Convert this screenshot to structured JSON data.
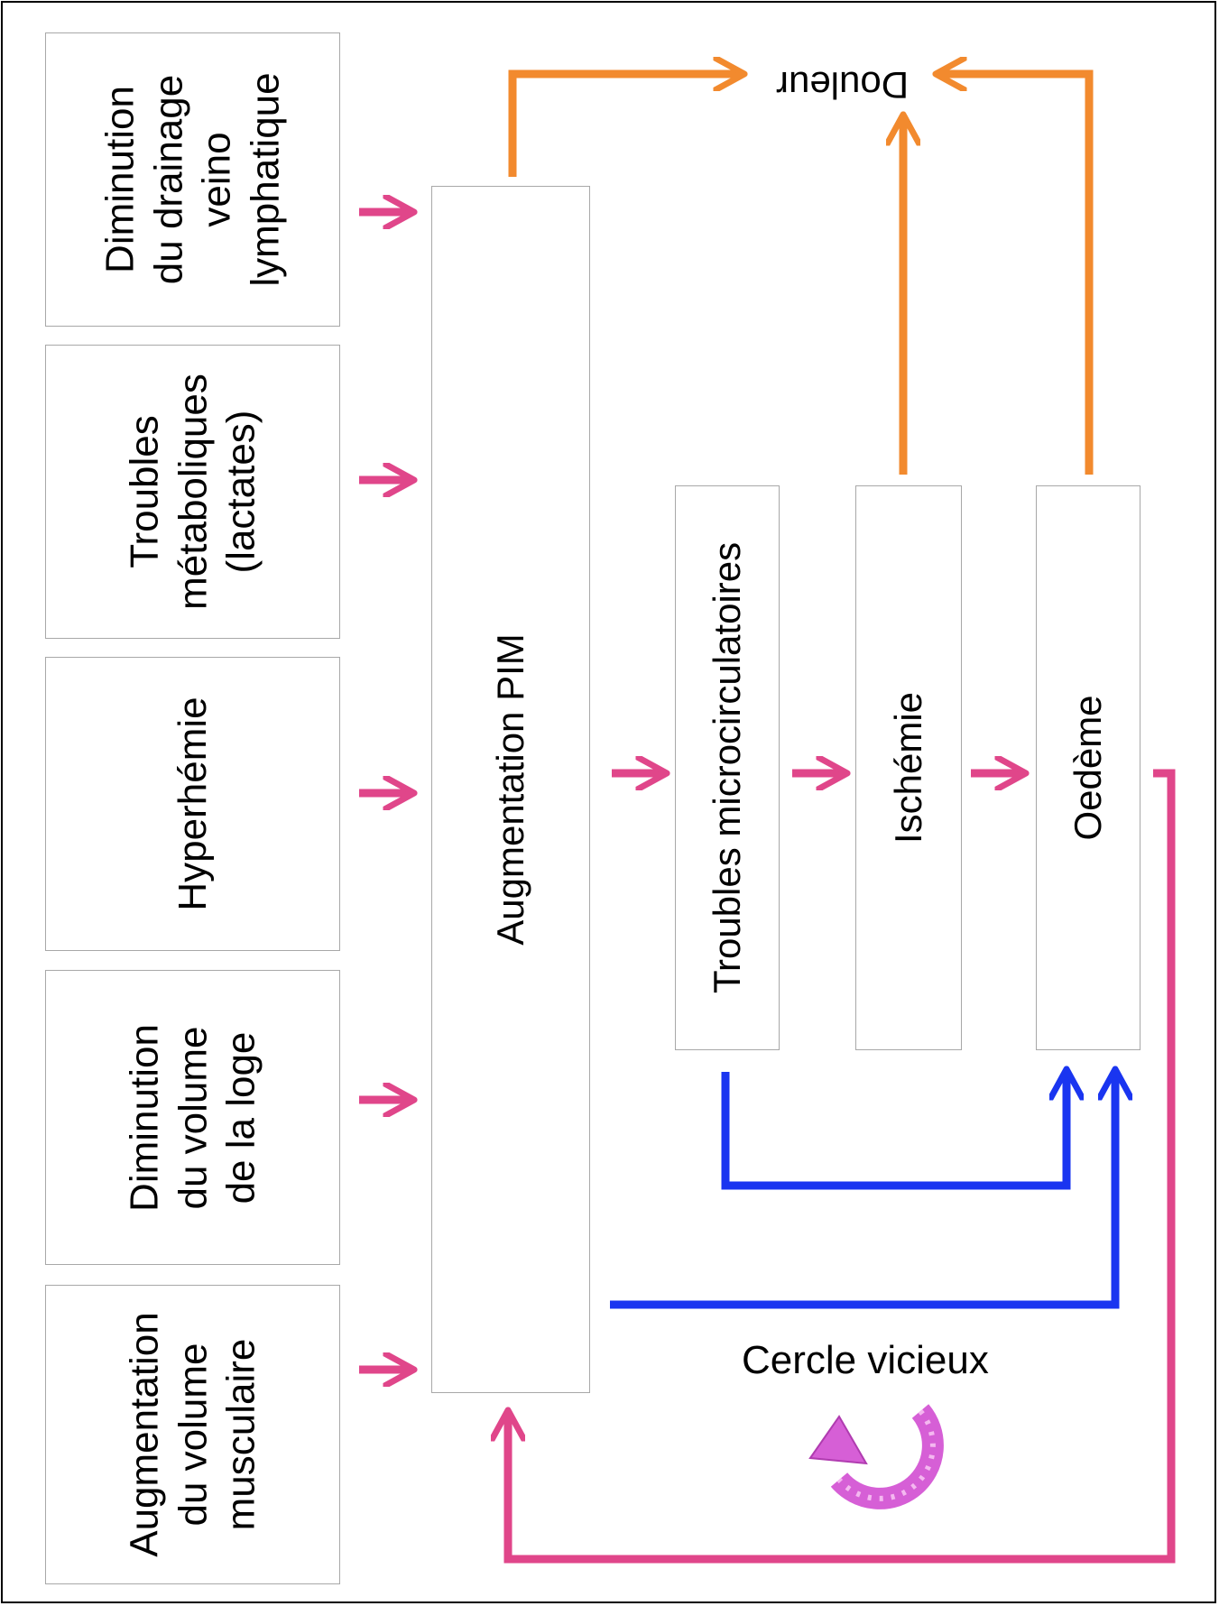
{
  "causes": [
    {
      "id": "drainage",
      "lines": [
        "Diminution",
        "du drainage",
        "veino",
        "lymphatique"
      ]
    },
    {
      "id": "troubles-metaboliques",
      "lines": [
        "Troubles",
        "métaboliques",
        "(lactates)"
      ]
    },
    {
      "id": "hyperhemie",
      "lines": [
        "Hyperhémie"
      ]
    },
    {
      "id": "volume-loge",
      "lines": [
        "Diminution",
        "du volume",
        "de la loge"
      ]
    },
    {
      "id": "volume-musculaire",
      "lines": [
        "Augmentation",
        "du volume",
        "musculaire"
      ]
    }
  ],
  "central": "Augmentation PIM",
  "chain": [
    "Troubles microcirculatoires",
    "Ischémie",
    "Oedème"
  ],
  "outcome": "Douleur",
  "loop_label": "Cercle vicieux",
  "colors": {
    "pink": "#e0468a",
    "orange": "#f28a2e",
    "blue": "#1a35f0",
    "box_border": "#a8a8a8",
    "icon": "#d65fd6"
  },
  "icons": {
    "loop": "circular-arrow-icon"
  }
}
